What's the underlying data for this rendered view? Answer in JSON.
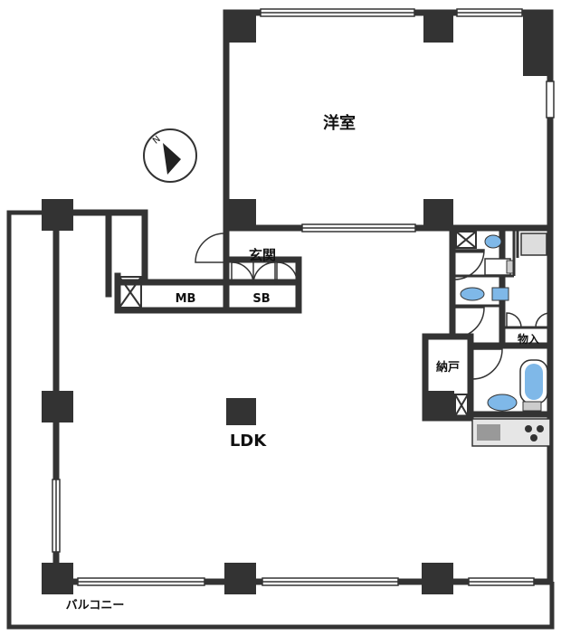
{
  "floorplan": {
    "rooms": {
      "western_room": "洋室",
      "entrance": "玄関",
      "meter_box": "MB",
      "shoe_box": "SB",
      "ldk": "LDK",
      "storage": "納戸",
      "closet": "物入",
      "balcony": "バルコニー"
    },
    "compass": {
      "north_label": "N"
    }
  }
}
